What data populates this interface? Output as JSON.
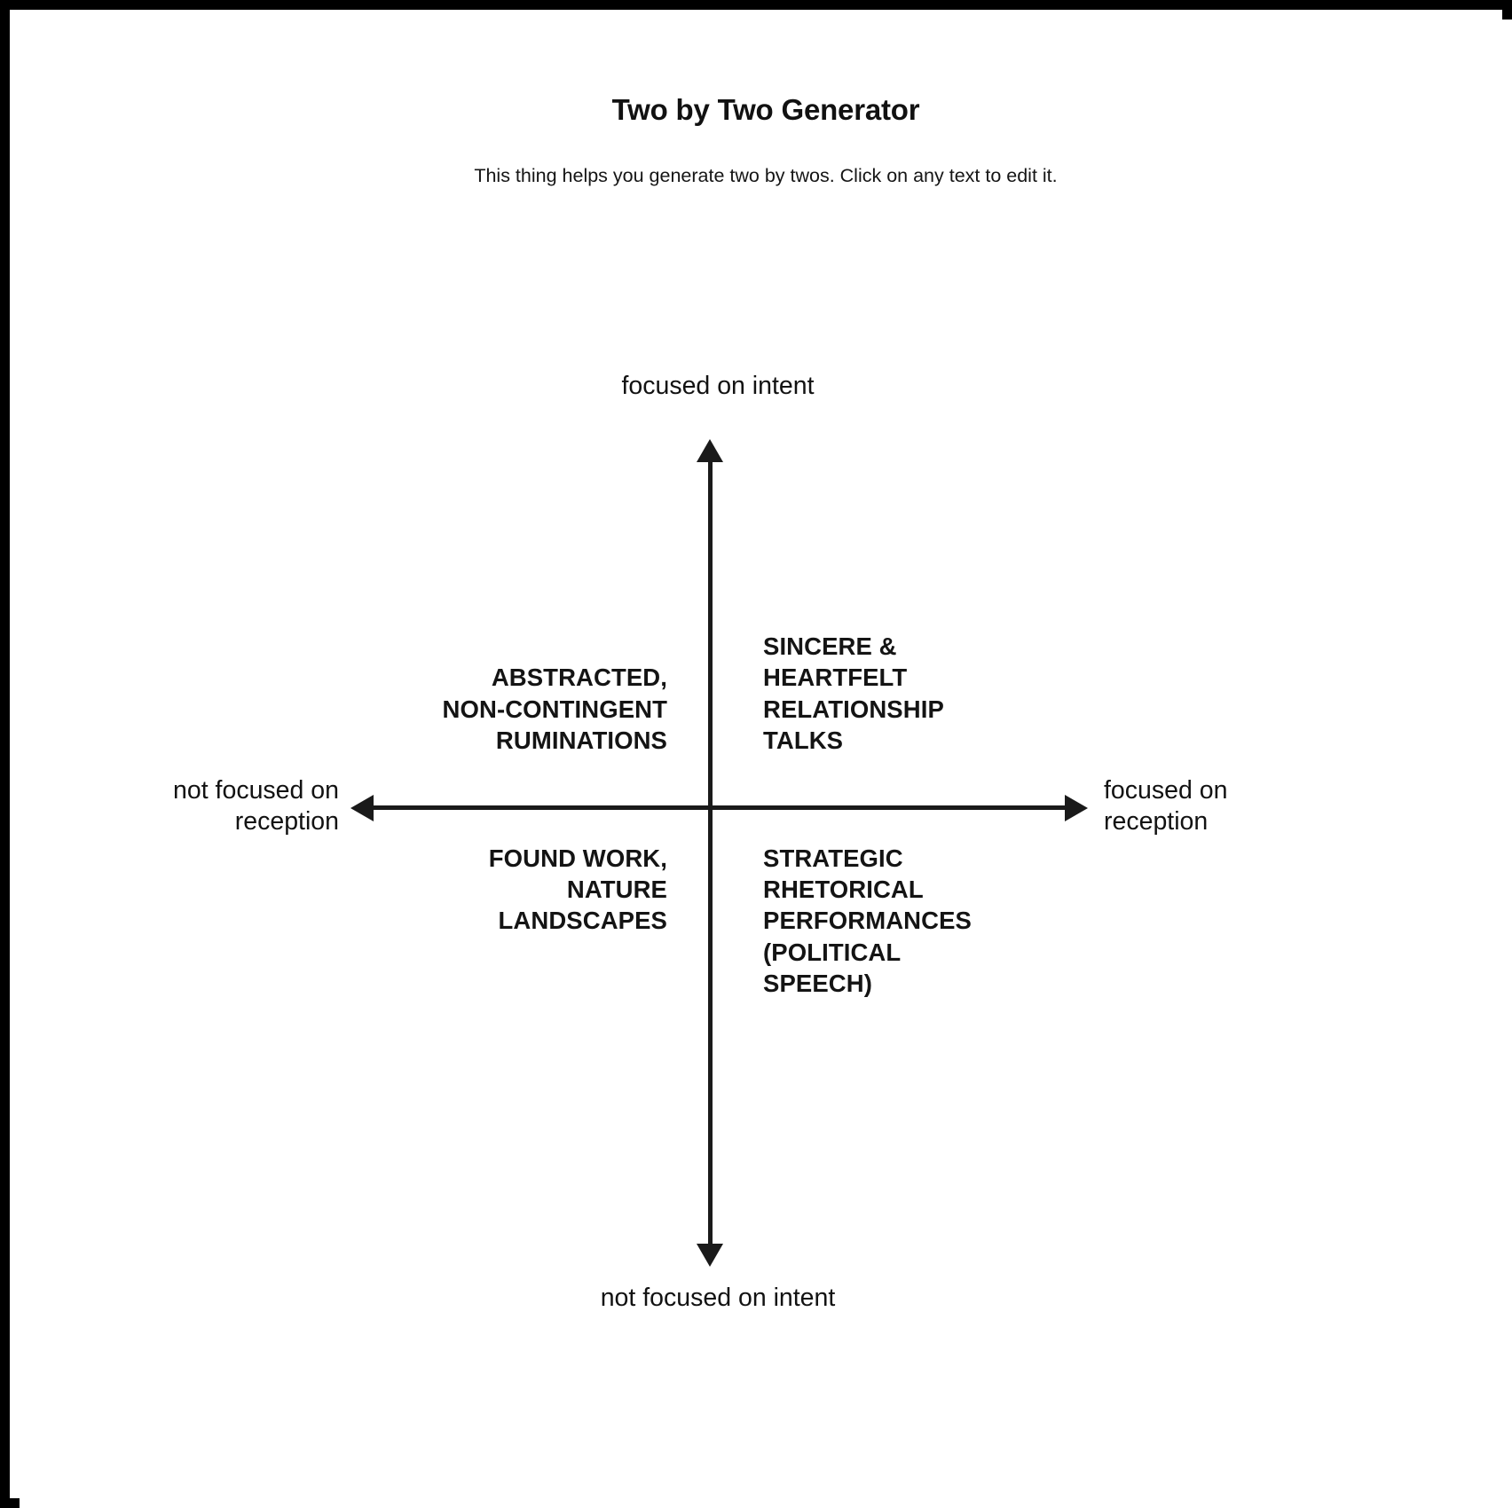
{
  "header": {
    "title": "Two by Two Generator",
    "subtitle": "This thing helps you generate two by twos. Click on any text to edit it."
  },
  "matrix": {
    "axes": {
      "top_label": "focused on intent",
      "bottom_label": "not focused on intent",
      "left_label": "not focused on\nreception",
      "right_label": "focused on\nreception"
    },
    "quadrants": {
      "top_left": "ABSTRACTED,\nNON-CONTINGENT\nRUMINATIONS",
      "top_right": "SINCERE &\nHEARTFELT\nRELATIONSHIP\nTALKS",
      "bottom_left": "FOUND WORK,\nNATURE\nLANDSCAPES",
      "bottom_right": "STRATEGIC\nRHETORICAL\nPERFORMANCES\n(POLITICAL\nSPEECH)"
    },
    "colors": {
      "axis": "#1a1a1a",
      "text": "#141414",
      "background": "#ffffff",
      "frame": "#000000"
    }
  },
  "chart_data": {
    "type": "scatter",
    "title": "Two by Two Generator",
    "xlabel": "reception",
    "ylabel": "intent",
    "x_axis": {
      "negative": "not focused on reception",
      "positive": "focused on reception"
    },
    "y_axis": {
      "negative": "not focused on intent",
      "positive": "focused on intent"
    },
    "grid": false,
    "legend": "none",
    "quadrants": [
      {
        "position": "top-left",
        "x": -1,
        "y": 1,
        "label": "ABSTRACTED, NON-CONTINGENT RUMINATIONS"
      },
      {
        "position": "top-right",
        "x": 1,
        "y": 1,
        "label": "SINCERE & HEARTFELT RELATIONSHIP TALKS"
      },
      {
        "position": "bottom-left",
        "x": -1,
        "y": -1,
        "label": "FOUND WORK, NATURE LANDSCAPES"
      },
      {
        "position": "bottom-right",
        "x": 1,
        "y": -1,
        "label": "STRATEGIC RHETORICAL PERFORMANCES (POLITICAL SPEECH)"
      }
    ]
  }
}
